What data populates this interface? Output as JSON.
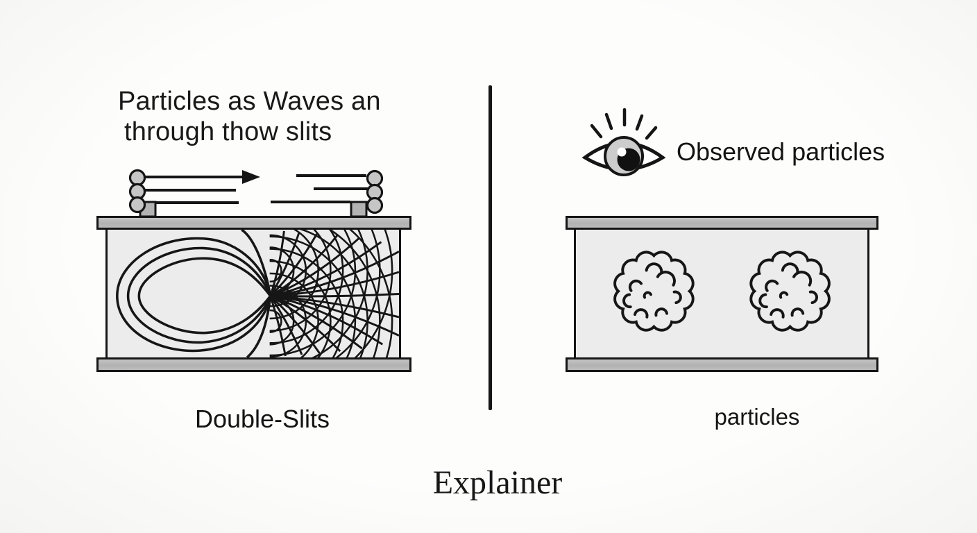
{
  "page": {
    "background": "#fbfbfa"
  },
  "colors": {
    "ink": "#151515",
    "bar_gray": "#b6b6b6",
    "box_fill": "#ececec",
    "post_gray": "#b3b3b3",
    "emitter_circle_gray": "#c6c6c6",
    "iris_gray": "#cdcdcd",
    "pupil_black": "#111111"
  },
  "left_panel": {
    "title_line1": "Particles as Waves an",
    "title_line2": "through thow slits",
    "caption": "Double-Slits",
    "icons": {
      "emitter": "particle-emitter-icon",
      "arrow": "arrow-right-icon",
      "waves": "wave-interference-pattern-icon"
    }
  },
  "right_panel": {
    "observer_label": "Observed particles",
    "caption": "particles",
    "icons": {
      "observer": "eye-icon",
      "clumps": "particle-clump-icon"
    }
  },
  "footer": {
    "caption": "Explainer"
  }
}
